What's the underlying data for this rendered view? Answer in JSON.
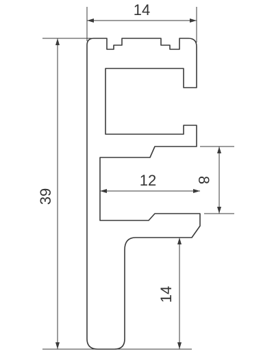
{
  "drawing": {
    "dimensions": {
      "top_width": "14",
      "overall_height": "39",
      "slot_width": "12",
      "slot_height": "8",
      "lower_leg_height": "14"
    },
    "line_color": "#3a3a3a",
    "background": "#ffffff"
  }
}
